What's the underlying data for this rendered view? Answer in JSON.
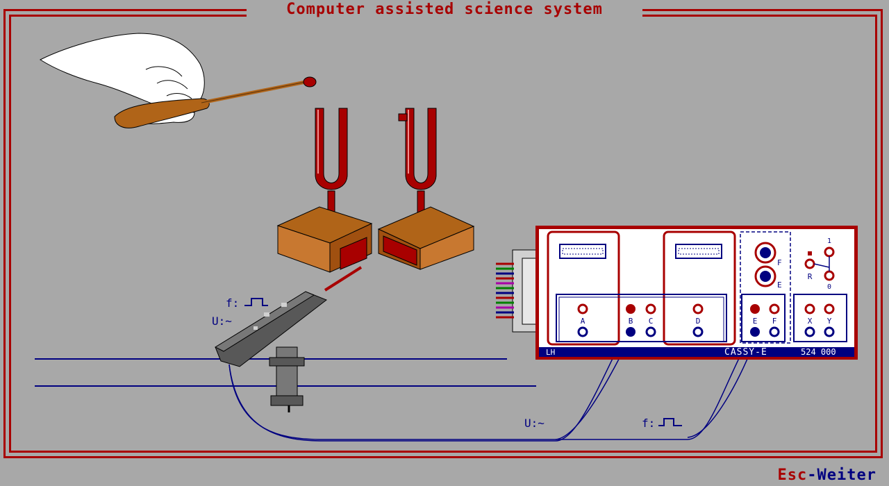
{
  "header": {
    "title": "Computer assisted science system"
  },
  "footer": {
    "key": "Esc",
    "separator": "-",
    "action": "Weiter"
  },
  "probe_labels": {
    "frequency": "f:",
    "voltage": "U:~"
  },
  "cable_labels": {
    "voltage": "U:~",
    "frequency": "f:"
  },
  "device": {
    "brand": "LH",
    "name": "CASSY-E",
    "model_number": "524 000",
    "sockets": [
      "A",
      "B",
      "C",
      "D",
      "E",
      "F",
      "X",
      "Y"
    ],
    "side_inputs": [
      "F",
      "E"
    ],
    "switch_labels": {
      "top": "1",
      "bottom": "0",
      "reset": "R"
    }
  },
  "colors": {
    "background": "#a8a8a8",
    "accent": "#a80000",
    "navy": "#000080",
    "wood": "#b06418"
  }
}
